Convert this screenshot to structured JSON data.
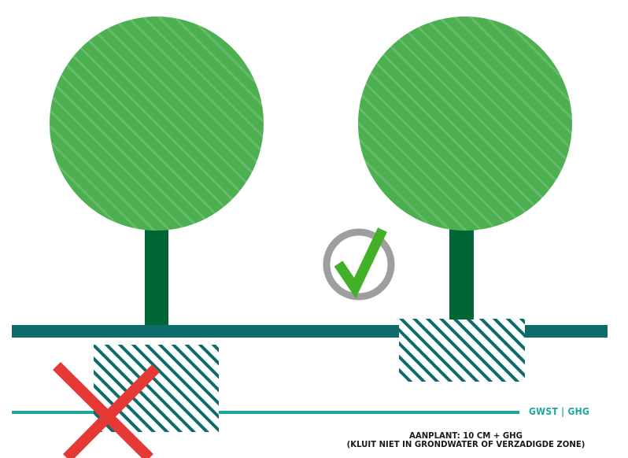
{
  "groundwater_label": "GWST | GHG",
  "caption": {
    "line1": "AANPLANT: 10 CM + GHG",
    "line2": "(KLUIT NIET IN GRONDWATER OF VERZADIGDE ZONE)"
  },
  "icons": {
    "wrong": "cross-mark-icon",
    "right": "check-mark-icon"
  },
  "colors": {
    "canopy": "#4caf50",
    "trunk": "#006633",
    "ground": "#0e6b6b",
    "groundwater": "#1ba89a",
    "root_ball_hatch": "#0e6b6b",
    "cross": "#e53935",
    "check": "#43b02a",
    "check_circle": "#9e9e9e"
  }
}
